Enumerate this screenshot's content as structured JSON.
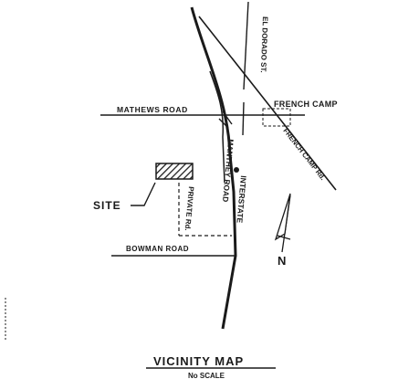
{
  "map": {
    "title": "VICINITY MAP",
    "scale_note": "No SCALE",
    "labels": {
      "el_dorado": "EL DORADO ST.",
      "mathews": "MATHEWS ROAD",
      "french_camp_town": "FRENCH CAMP",
      "french_camp_rd": "FRENCH CAMP Rd.",
      "interstate": "INTERSTATE",
      "manthey": "MANTHEY ROAD",
      "private_rd": "PRIVATE Rd.",
      "site": "SITE",
      "bowman": "BOWMAN ROAD",
      "north": "N"
    },
    "colors": {
      "ink": "#1a1a1a",
      "paper": "#ffffff"
    }
  }
}
